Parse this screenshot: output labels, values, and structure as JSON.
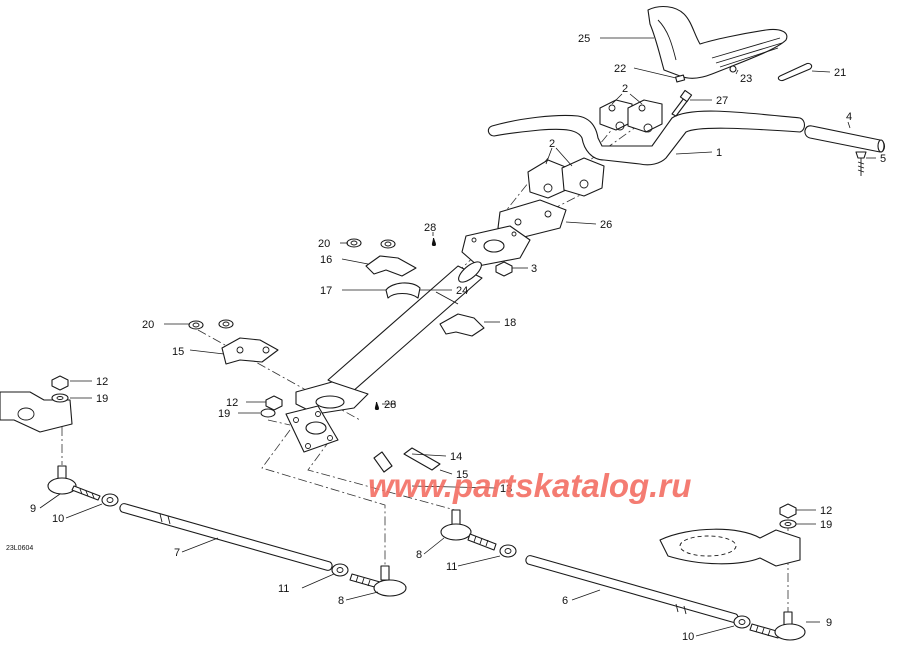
{
  "diagram": {
    "drawing_code": "23L0604",
    "watermark": "www.partskatalog.ru",
    "callouts": [
      {
        "id": "c25",
        "label": "25"
      },
      {
        "id": "c22",
        "label": "22"
      },
      {
        "id": "c23",
        "label": "23"
      },
      {
        "id": "c21",
        "label": "21"
      },
      {
        "id": "c2a",
        "label": "2"
      },
      {
        "id": "c27",
        "label": "27"
      },
      {
        "id": "c4",
        "label": "4"
      },
      {
        "id": "c1",
        "label": "1"
      },
      {
        "id": "c5",
        "label": "5"
      },
      {
        "id": "c2b",
        "label": "2"
      },
      {
        "id": "c26",
        "label": "26"
      },
      {
        "id": "c28a",
        "label": "28"
      },
      {
        "id": "c20a",
        "label": "20"
      },
      {
        "id": "c16",
        "label": "16"
      },
      {
        "id": "c3",
        "label": "3"
      },
      {
        "id": "c17",
        "label": "17"
      },
      {
        "id": "c24",
        "label": "24"
      },
      {
        "id": "c20b",
        "label": "20"
      },
      {
        "id": "c18",
        "label": "18"
      },
      {
        "id": "c15a",
        "label": "15"
      },
      {
        "id": "c12a",
        "label": "12"
      },
      {
        "id": "c19a",
        "label": "19"
      },
      {
        "id": "c12b",
        "label": "12"
      },
      {
        "id": "c28b",
        "label": "28"
      },
      {
        "id": "c19b",
        "label": "19"
      },
      {
        "id": "c14",
        "label": "14"
      },
      {
        "id": "c15b",
        "label": "15"
      },
      {
        "id": "c13",
        "label": "13"
      },
      {
        "id": "c9a",
        "label": "9"
      },
      {
        "id": "c10a",
        "label": "10"
      },
      {
        "id": "c12c",
        "label": "12"
      },
      {
        "id": "c19c",
        "label": "19"
      },
      {
        "id": "c7",
        "label": "7"
      },
      {
        "id": "c8a",
        "label": "8"
      },
      {
        "id": "c11a",
        "label": "11"
      },
      {
        "id": "c11b",
        "label": "11"
      },
      {
        "id": "c8b",
        "label": "8"
      },
      {
        "id": "c6",
        "label": "6"
      },
      {
        "id": "c9b",
        "label": "9"
      },
      {
        "id": "c10b",
        "label": "10"
      }
    ]
  }
}
